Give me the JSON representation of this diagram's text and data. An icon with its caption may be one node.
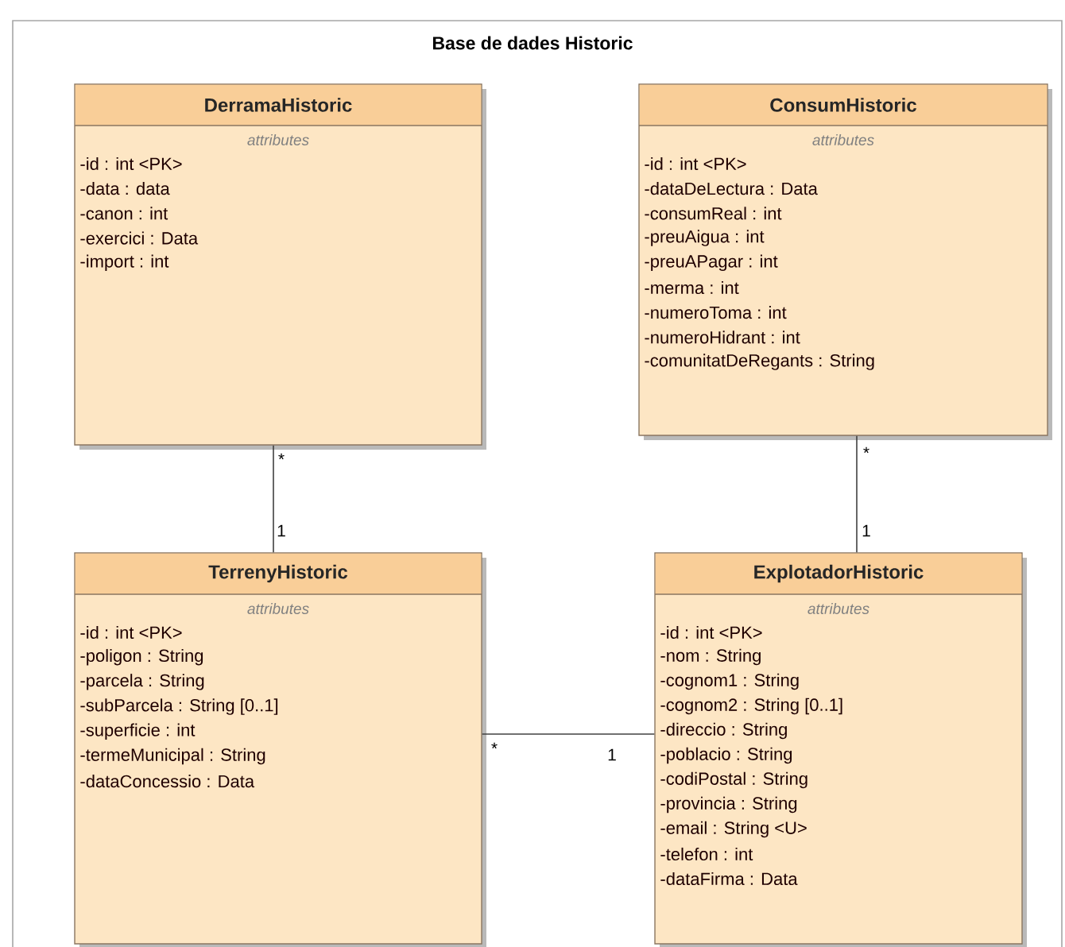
{
  "diagram": {
    "nodes": [
      {
        "text": [
          "Base de dades Historic"
        ]
      },
      {
        "text": [
          "DerramaHistoric",
          "attributes",
          "-id : int <PK>",
          "-data : data",
          "-canon : int",
          "-exercici : Data",
          "-import : int"
        ],
        "in": 0
      },
      {
        "text": [
          "ConsumHistoric",
          "attributes",
          "-id : int <PK>",
          "-dataDeLectura : Data",
          "-consumReal : int",
          "-preuAigua : int",
          "-preuAPagar : int",
          "-merma : int",
          "-numeroToma : int",
          "-numeroHidrant : int",
          "-comunitatDeRegants : String"
        ],
        "in": 0
      },
      {
        "text": [
          "TerrenyHistoric",
          "attributes",
          "-id : int <PK>",
          "-poligon : String",
          "-parcela : String",
          "-subParcela : String [0..1]",
          "-superficie : int",
          "-termeMunicipal : String",
          "-dataConcessio : Data"
        ],
        "in": 0
      },
      {
        "text": [
          "ExplotadorHistoric",
          "attributes",
          "-id : int <PK>",
          "-nom : String",
          "-cognom1 : String",
          "-cognom2 : String [0..1]",
          "-direccio : String",
          "-poblacio : String",
          "-codiPostal : String",
          "-provincia : String",
          "-email : String <U>",
          "-telefon : int",
          "-dataFirma : Data"
        ],
        "in": 0
      }
    ],
    "edges": [
      {
        "from": 1,
        "to": 3,
        "arrow": "none"
      },
      {
        "from": 2,
        "to": 4,
        "arrow": "none"
      },
      {
        "from": 3,
        "to": 4,
        "arrow": "none"
      }
    ],
    "labels": [
      "*",
      "1",
      "*",
      "1",
      "*",
      "1"
    ]
  }
}
